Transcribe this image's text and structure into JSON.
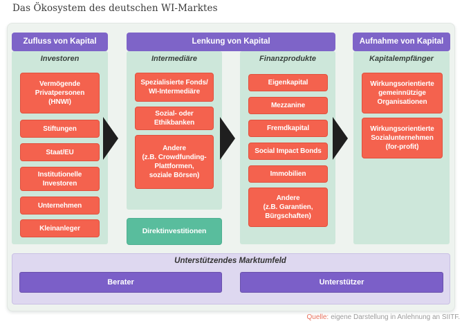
{
  "title": "Das Ökosystem des deutschen WI-Marktes",
  "flow": {
    "sections": [
      {
        "header": "Zufluss von Kapital",
        "groups": [
          {
            "subtitle": "Investoren",
            "items": [
              "Vermögende\nPrivatpersonen\n(HNWI)",
              "Stiftungen",
              "Staat/EU",
              "Institutionelle\nInvestoren",
              "Unternehmen",
              "Kleinanleger"
            ]
          }
        ]
      },
      {
        "header": "Lenkung von Kapital",
        "groups": [
          {
            "subtitle": "Intermediäre",
            "items": [
              "Spezialisierte Fonds/\nWI-Intermediäre",
              "Sozial- oder\nEthikbanken",
              "Andere\n(z.B. Crowdfunding-\nPlattformen,\nsoziale Börsen)"
            ]
          },
          {
            "subtitle": "Finanzprodukte",
            "items": [
              "Eigenkapital",
              "Mezzanine",
              "Fremdkapital",
              "Social Impact Bonds",
              "Immobilien",
              "Andere\n(z.B. Garantien,\nBürgschaften)"
            ]
          }
        ]
      },
      {
        "header": "Aufnahme von Kapital",
        "groups": [
          {
            "subtitle": "Kapitalempfänger",
            "items": [
              "Wirkungsorientierte\ngemeinnützige\nOrganisationen",
              "Wirkungsorientierte\nSozialunternehmen\n(for-profit)"
            ]
          }
        ]
      }
    ],
    "direct_label": "Direktinvestitionen"
  },
  "market_environment": {
    "title": "Unterstützendes Marktumfeld",
    "items": [
      "Berater",
      "Unterstützer"
    ]
  },
  "source": {
    "label": "Quelle:",
    "text": "eigene Darstellung in Anlehnung an SIITF."
  },
  "colors": {
    "header_purple": "#7e64c8",
    "item_red": "#f4624e",
    "panel_mint": "#cde7da",
    "direct_teal": "#59bd9d",
    "env_lavender": "#ded8f0",
    "button_purple": "#7b5fc8",
    "arrow_black": "#1f1f1f",
    "source_accent": "#e8705c",
    "board_background": "#eef3ef"
  }
}
